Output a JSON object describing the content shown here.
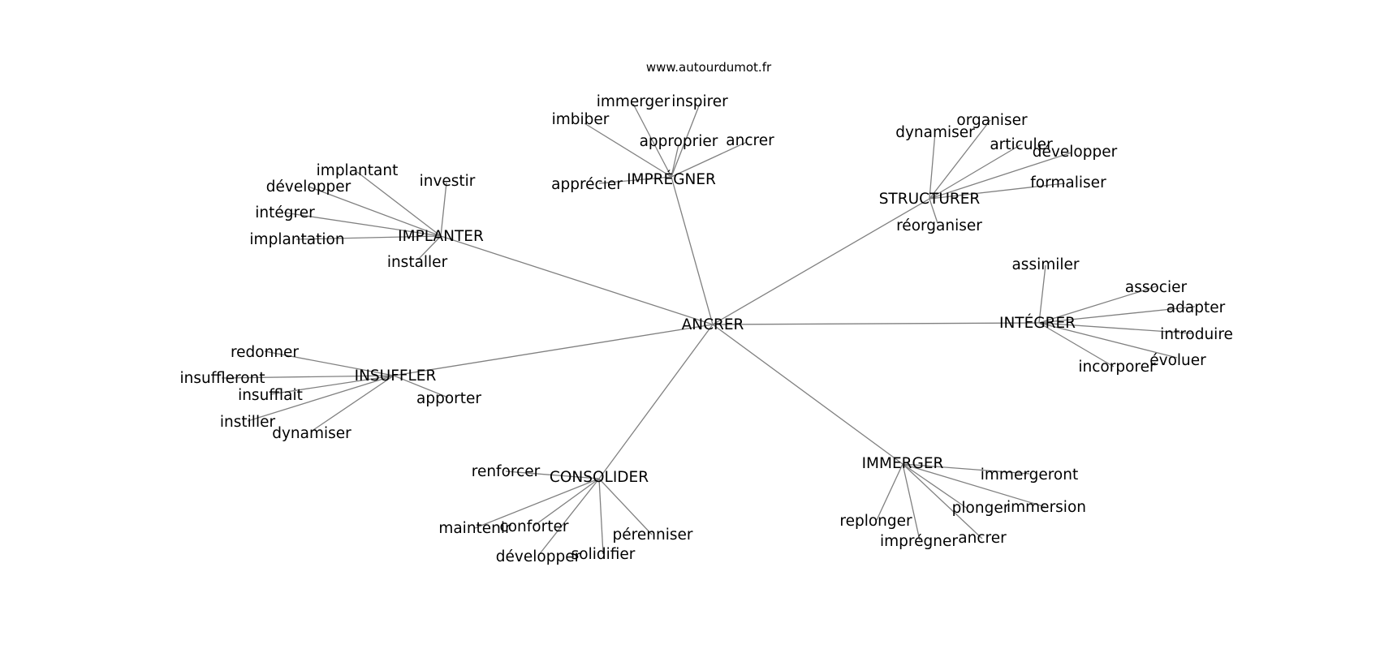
{
  "source": "www.autourdumot.fr",
  "graph": {
    "center": "ANCRER",
    "branches": [
      {
        "hub": "IMPRÉGNER",
        "words": [
          "immerger",
          "inspirer",
          "imbiber",
          "approprier",
          "ancrer",
          "apprécier"
        ]
      },
      {
        "hub": "STRUCTURER",
        "words": [
          "dynamiser",
          "organiser",
          "articuler",
          "développer",
          "formaliser",
          "réorganiser"
        ]
      },
      {
        "hub": "IMPLANTER",
        "words": [
          "implantant",
          "développer",
          "investir",
          "intégrer",
          "implantation",
          "installer"
        ]
      },
      {
        "hub": "INTÉGRER",
        "words": [
          "assimiler",
          "associer",
          "adapter",
          "introduire",
          "évoluer",
          "incorporer"
        ]
      },
      {
        "hub": "INSUFFLER",
        "words": [
          "redonner",
          "insuffleront",
          "insufflait",
          "apporter",
          "instiller",
          "dynamiser"
        ]
      },
      {
        "hub": "CONSOLIDER",
        "words": [
          "renforcer",
          "maintenir",
          "conforter",
          "pérenniser",
          "développer",
          "solidifier"
        ]
      },
      {
        "hub": "IMMERGER",
        "words": [
          "immergeront",
          "replonger",
          "plonger",
          "immersion",
          "imprégner",
          "ancrer"
        ]
      }
    ]
  }
}
